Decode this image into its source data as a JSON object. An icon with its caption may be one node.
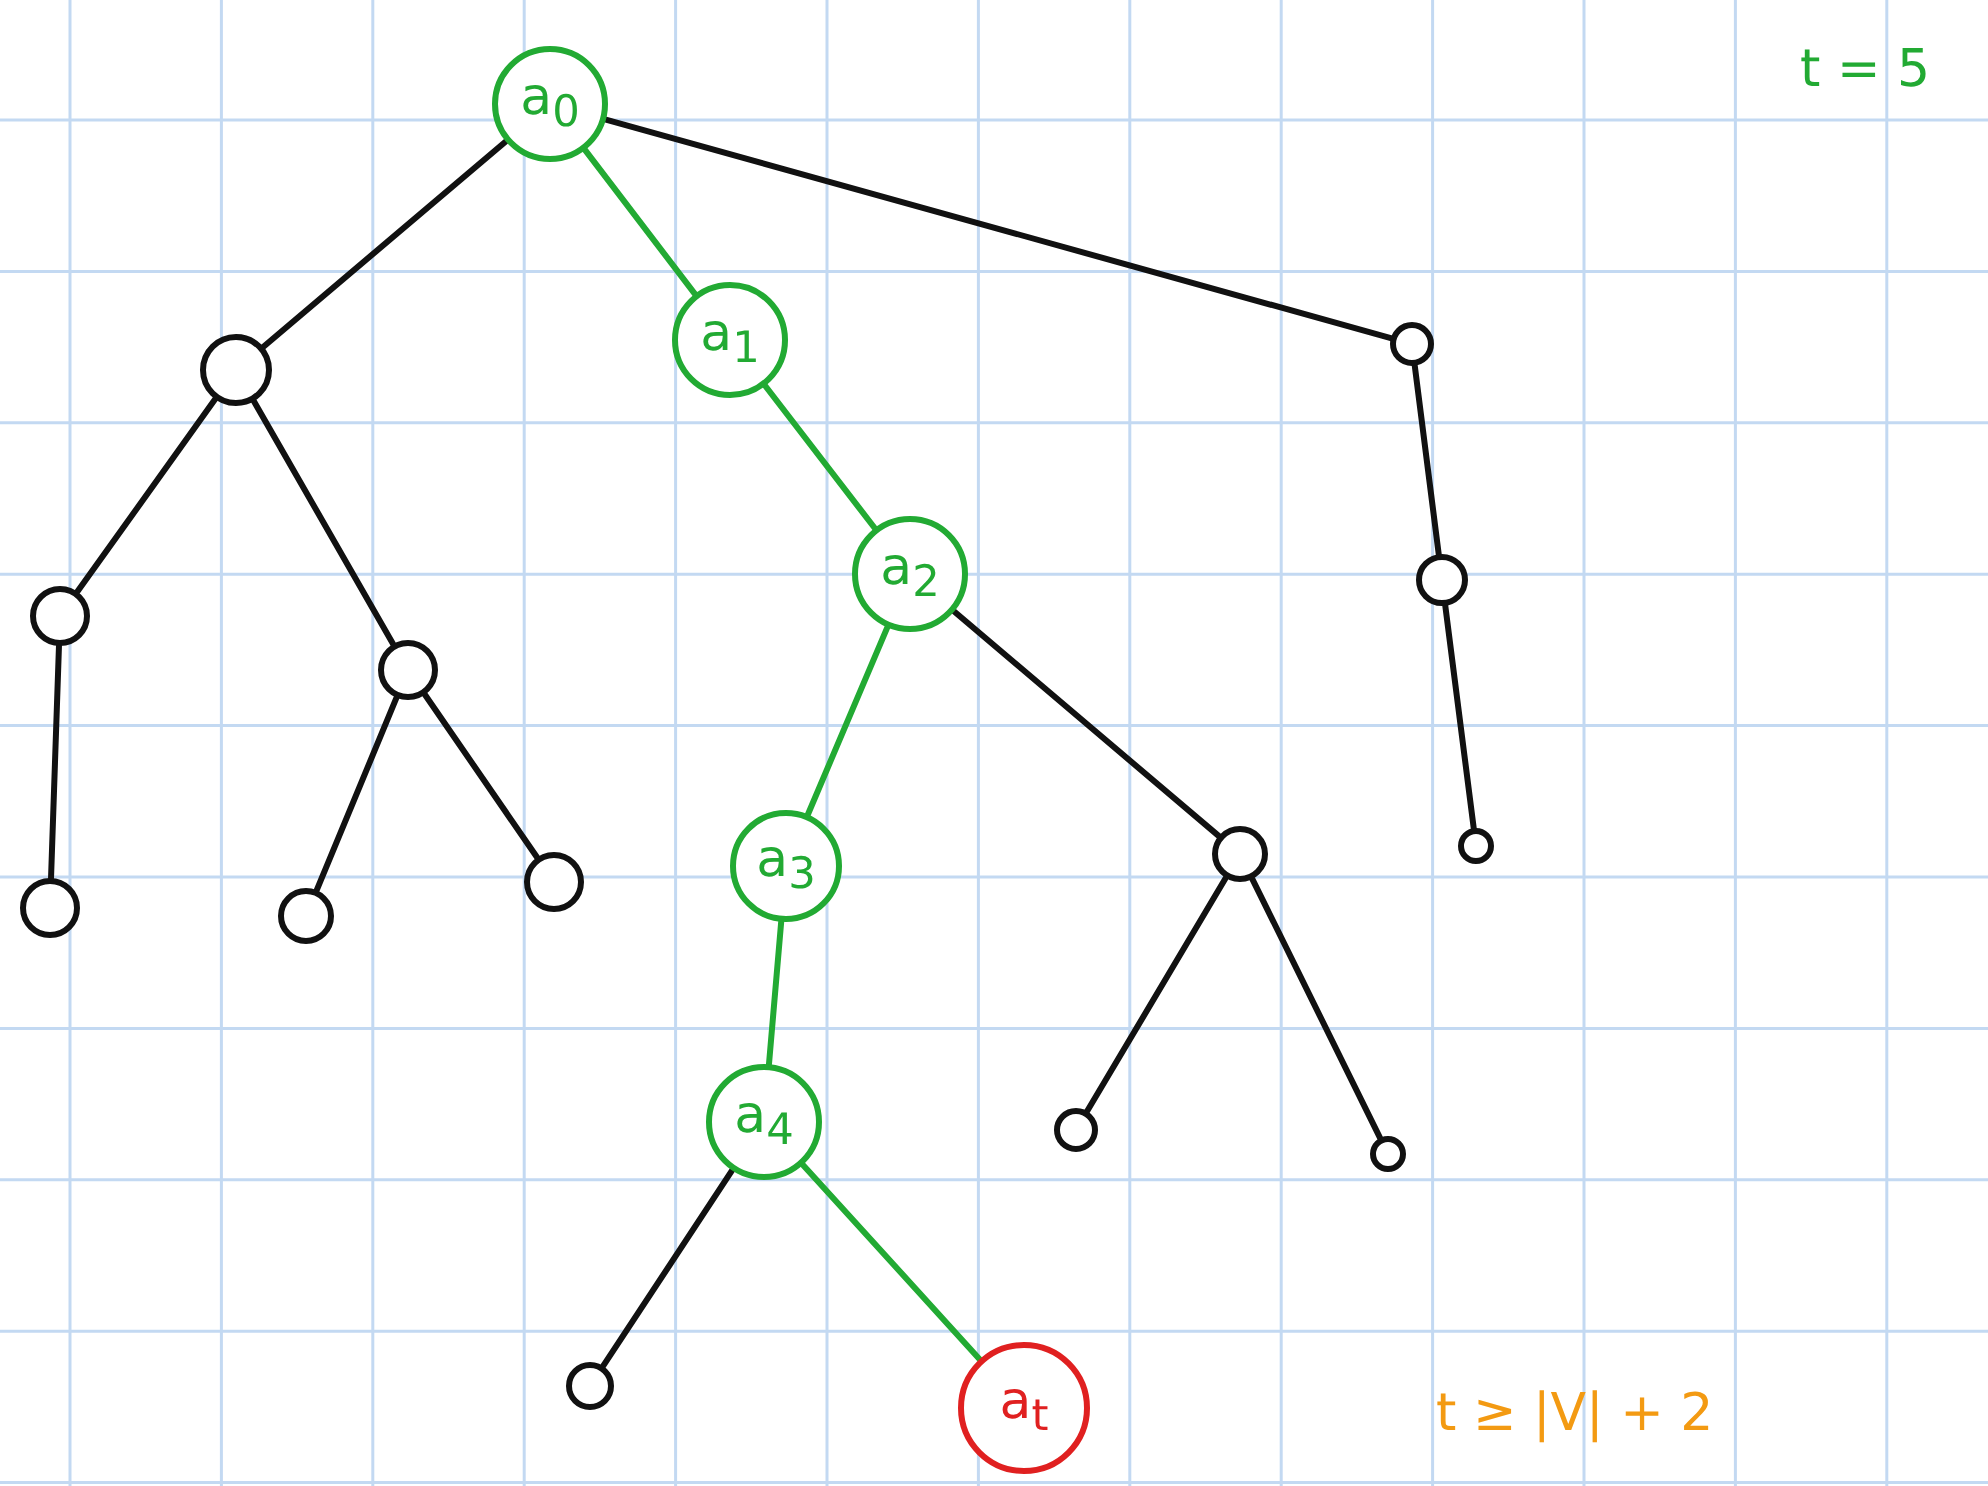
{
  "diagram": {
    "nodes": [
      {
        "text": [
          "a$_{0}$"
        ]
      },
      {
        "text": [
          "a$_{1}$"
        ]
      },
      {
        "text": [],
        "shape": "circle"
      },
      {
        "text": [],
        "shape": "circle"
      },
      {
        "text": [
          "a$_{2}$"
        ]
      },
      {
        "text": [],
        "shape": "circle"
      },
      {
        "text": [],
        "shape": "circle"
      },
      {
        "text": [],
        "shape": "circle"
      },
      {
        "text": [],
        "shape": "circle"
      },
      {
        "text": [],
        "shape": "circle"
      },
      {
        "text": [
          "a$_{3}$"
        ]
      },
      {
        "text": [],
        "shape": "circle"
      },
      {
        "text": [],
        "shape": "circle"
      },
      {
        "text": [],
        "shape": "circle"
      },
      {
        "text": [
          "a$_{4}$"
        ]
      },
      {
        "text": [],
        "shape": "circle"
      },
      {
        "text": [],
        "shape": "circle"
      },
      {
        "text": [],
        "shape": "circle"
      },
      {
        "text": [
          "a$_{t}$"
        ]
      }
    ],
    "edges": [
      {
        "from": 0,
        "to": 3,
        "arrow": "none"
      },
      {
        "from": 0,
        "to": 1,
        "arrow": "none",
        "color": "#22aa33"
      },
      {
        "from": 0,
        "to": 2,
        "arrow": "none"
      },
      {
        "from": 3,
        "to": 6,
        "arrow": "none"
      },
      {
        "from": 3,
        "to": 7,
        "arrow": "none"
      },
      {
        "from": 6,
        "to": 12,
        "arrow": "none"
      },
      {
        "from": 7,
        "to": 13,
        "arrow": "none"
      },
      {
        "from": 7,
        "to": 11,
        "arrow": "none"
      },
      {
        "from": 2,
        "to": 5,
        "arrow": "none"
      },
      {
        "from": 5,
        "to": 8,
        "arrow": "none"
      },
      {
        "from": 1,
        "to": 4,
        "arrow": "none",
        "color": "#22aa33"
      },
      {
        "from": 4,
        "to": 10,
        "arrow": "none",
        "color": "#22aa33"
      },
      {
        "from": 4,
        "to": 9,
        "arrow": "none"
      },
      {
        "from": 9,
        "to": 15,
        "arrow": "none"
      },
      {
        "from": 9,
        "to": 16,
        "arrow": "none"
      },
      {
        "from": 10,
        "to": 14,
        "arrow": "none",
        "color": "#22aa33"
      },
      {
        "from": 14,
        "to": 17,
        "arrow": "none"
      },
      {
        "from": 14,
        "to": 18,
        "arrow": "none",
        "color": "#22aa33"
      }
    ],
    "labels": [
      "t = 5",
      "t ≥ |V| + 2"
    ]
  }
}
